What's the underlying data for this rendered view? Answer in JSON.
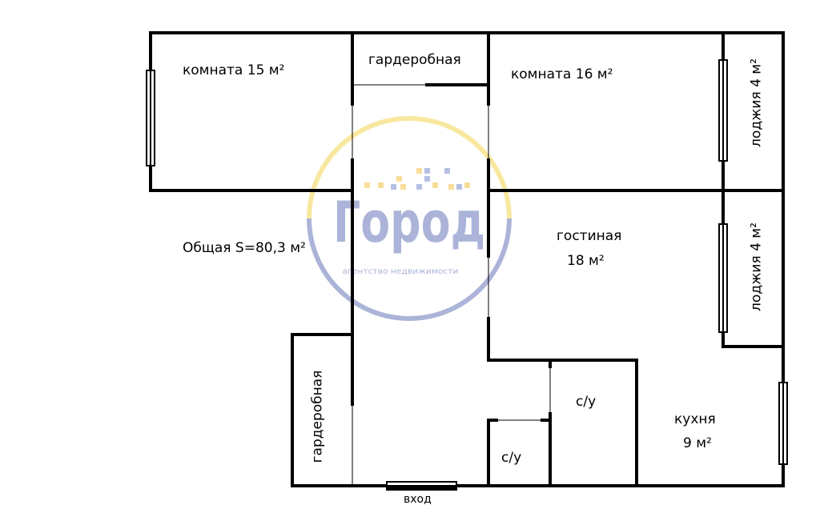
{
  "rooms": {
    "room15": "комната 15 м²",
    "wardrobe_top": "гардеробная",
    "room16": "комната 16 м²",
    "loggia1": "лоджия 4 м²",
    "loggia2": "лоджия 4 м²",
    "total_area": "Общая S=80,3 м²",
    "living_name": "гостиная",
    "living_area": "18 м²",
    "wardrobe_bottom": "гардеробная",
    "wc1": "с/у",
    "wc2": "с/у",
    "kitchen_name": "кухня",
    "kitchen_area": "9 м²",
    "entrance": "вход"
  },
  "watermark": {
    "brand": "Город",
    "tagline": "агентство недвижимости",
    "colors": {
      "blue": "#a7b1d6",
      "yellow": "#f8e79a"
    }
  }
}
